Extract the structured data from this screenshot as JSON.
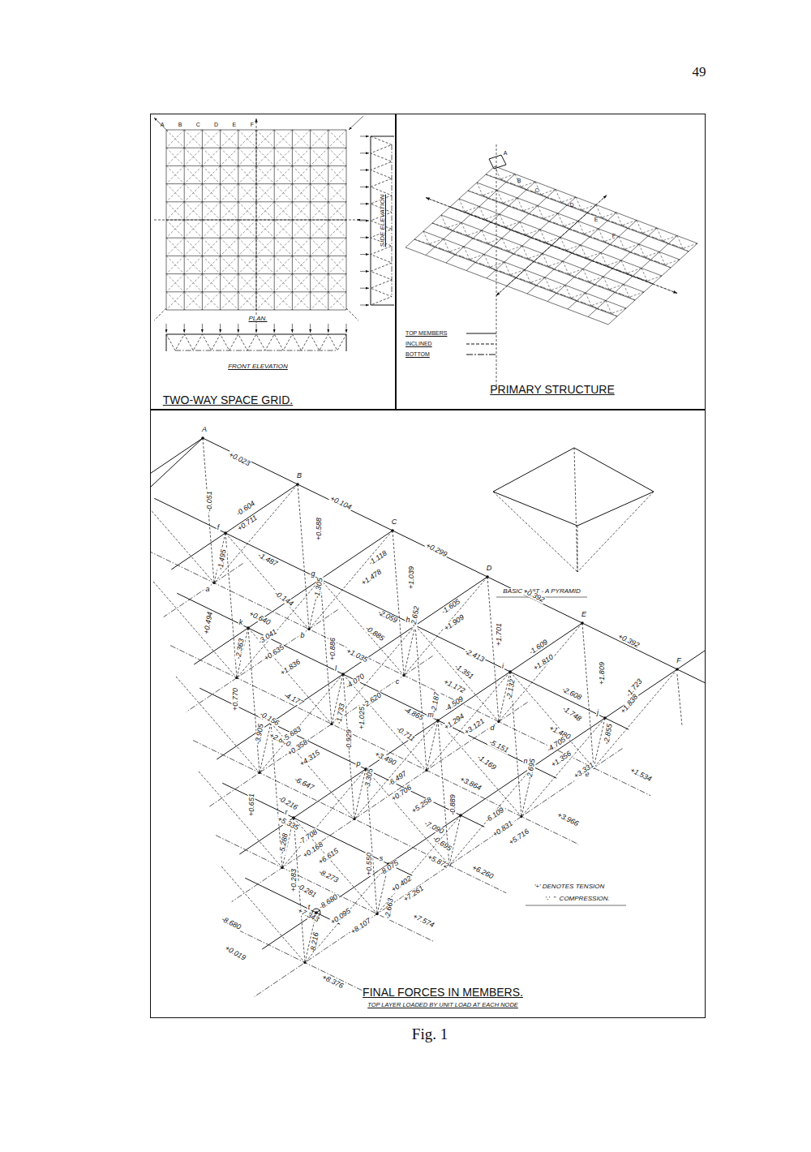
{
  "diagram": {
    "caption": "Fig. 1",
    "nodes": [
      {
        "text": [
          "TWO-WAY SPACE GRID."
        ]
      },
      {
        "text": [
          "PRIMARY STRUCTURE"
        ]
      },
      {
        "text": [
          "FINAL FORCES IN MEMBERS.",
          "TOP LAYER LOADED BY UNIT LOAD AT EACH NODE"
        ]
      }
    ],
    "labels": [
      "49",
      "A",
      "B",
      "C",
      "D",
      "E",
      "F",
      "PLAN.",
      "FRONT ELEVATION",
      "SIDE ELEVATION",
      "A",
      "B",
      "C",
      "D",
      "E",
      "F",
      "A",
      "B",
      "C",
      "D",
      "E",
      "F",
      "f",
      "g",
      "h",
      "i",
      "j",
      "k",
      "l",
      "m",
      "n",
      "o",
      "p",
      "q",
      "r",
      "s",
      "t",
      "a",
      "b",
      "c",
      "d",
      "e",
      "BASIC UNIT - A PYRAMID",
      "'+' DENOTES TENSION",
      "'-'  \"  COMPRESSION.",
      "+0.023",
      "+0.104",
      "+0.299",
      "+0.392",
      "+0.392",
      "-0.051",
      "-0.604",
      "+0.711",
      "+0.588",
      "-1.487",
      "-1.495",
      "+0.494",
      "-0.144",
      "+0.640",
      "-1.118",
      "+1.478",
      "-1.305",
      "+1.039",
      "-2.059",
      "-0.885",
      "+1.035",
      "+0.886",
      "-1.605",
      "+1.909",
      "-2.652",
      "+1.701",
      "-2.413",
      "-1.351",
      "+1.172",
      "-1.609",
      "+1.810",
      "-2.132",
      "+1.809",
      "-2.608",
      "-1.748",
      "+1.480",
      "-1.723",
      "+1.838",
      "-2.855",
      "+1.534",
      "-3.041",
      "+0.635",
      "+1.836",
      "-2.363",
      "+0.770",
      "-4.177",
      "-0.156",
      "+2.840",
      "-4.070",
      "+2.620",
      "-1.733",
      "+1.025",
      "-4.865",
      "-0.711",
      "+3.490",
      "-4.509",
      "+1.294",
      "+3.121",
      "-2.187",
      "-5.151",
      "-1.169",
      "+3.864",
      "-4.705",
      "+1.356",
      "+3.331",
      "-2.695",
      "+3.966",
      "-5.683",
      "+0.358",
      "+4.315",
      "-3.905",
      "-6.647",
      "-0.216",
      "+5.335",
      "+0.651",
      "-0.929",
      "-6.497",
      "+0.706",
      "+5.258",
      "-3.305",
      "-7.090",
      "-0.695",
      "+5.872",
      "-0.889",
      "-6.109",
      "+0.831",
      "+5.716",
      "+6.260",
      "-7.708",
      "+0.168",
      "+6.615",
      "-5.288",
      "-8.273",
      "-0.281",
      "+7.343",
      "+0.550",
      "-8.075",
      "+0.402",
      "+7.261",
      "-8.680",
      "+0.283",
      "+0.019",
      "-8.680",
      "+0.095",
      "+8.107",
      "+7.574",
      "+8.376",
      "-8.216",
      "-2.663"
    ],
    "legend": [
      {
        "text": "TOP MEMBERS"
      },
      {
        "text": "INCLINED"
      },
      {
        "text": "BOTTOM"
      }
    ]
  }
}
